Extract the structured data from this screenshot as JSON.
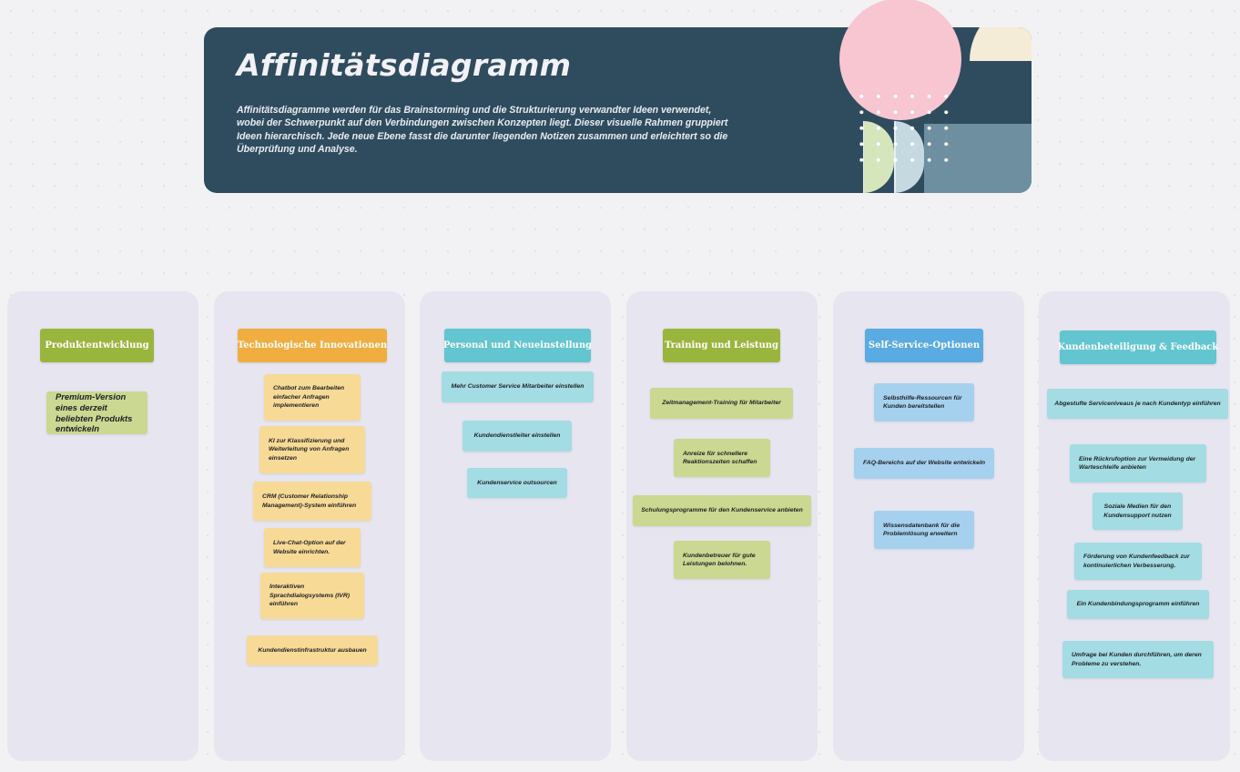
{
  "banner": {
    "title": "Affinitätsdiagramm",
    "description": "Affinitätsdiagramme werden für das Brainstorming und die Strukturierung verwandter Ideen verwendet, wobei der Schwerpunkt auf den Verbindungen zwischen Konzepten liegt. Dieser visuelle Rahmen gruppiert Ideen hierarchisch. Jede neue Ebene fasst die darunter liegenden Notizen zusammen und erleichtert so die Überprüfung und Analyse.",
    "colors": {
      "background": "#2f4c5e",
      "pink_circle": "#f7c6d0",
      "cream_arc": "#f5ecd7",
      "green_halfcircle": "#d5e6bd",
      "lightblue_halfcircle": "#c5d9e1",
      "bluegray_rect": "#6e8fa0"
    }
  },
  "columns": [
    {
      "header": "Produktentwicklung",
      "header_color": "#9ab53d",
      "note_color": "#cad892",
      "notes": [
        "Premium-Version eines derzeit beliebten Produkts  entwickeln"
      ]
    },
    {
      "header": "Technologische Innovationen",
      "header_color": "#efae3f",
      "note_color": "#f8da97",
      "notes": [
        "Chatbot zum Bearbeiten einfacher Anfragen implementieren",
        "KI zur Klassifizierung und Weiterleitung von Anfragen einsetzen",
        "CRM (Customer Relationship Management)-System einführen",
        "Live-Chat-Option auf der Website einrichten.",
        "Interaktiven Sprachdialogsystems (IVR) einführen",
        "Kundendienstinfrastruktur ausbauen"
      ]
    },
    {
      "header": "Personal und Neueinstellung",
      "header_color": "#62c5cf",
      "note_color": "#a3dce3",
      "notes": [
        "Mehr Customer Service Mitarbeiter einstellen",
        "Kundendienstleiter einstellen",
        "Kundenservice outsourcen"
      ]
    },
    {
      "header": "Training und Leistung",
      "header_color": "#9ab53d",
      "note_color": "#cad892",
      "notes": [
        "Zeitmanagement-Training für Mitarbeiter",
        "Anreize für schnellere Reaktionszeiten schaffen",
        "Schulungsprogramme für den Kundenservice anbieten",
        "Kundenbetreuer für gute Leistungen belohnen."
      ]
    },
    {
      "header": "Self-Service-Optionen",
      "header_color": "#59abe1",
      "note_color": "#a6d1ee",
      "notes": [
        "Selbsthilfe-Ressourcen für Kunden bereitstellen",
        "FAQ-Bereichs auf der Website entwickeln",
        "Wissensdatenbank für die Problemlösung erweitern"
      ]
    },
    {
      "header": "Kundenbeteiligung & Feedback",
      "header_color": "#62c5cf",
      "note_color": "#a3dce3",
      "notes": [
        "Abgestufte Serviceniveaus je nach Kundentyp einführen",
        "Eine Rückrufoption zur Vermeidung der Warteschleife anbieten",
        "Soziale Medien für den Kundensupport nutzen",
        "Förderung von Kundenfeedback zur kontinuierlichen Verbesserung.",
        "Ein Kundenbindungsprogramm einführen",
        "Umfrage bei Kunden durchführen, um deren Probleme zu verstehen."
      ]
    }
  ]
}
